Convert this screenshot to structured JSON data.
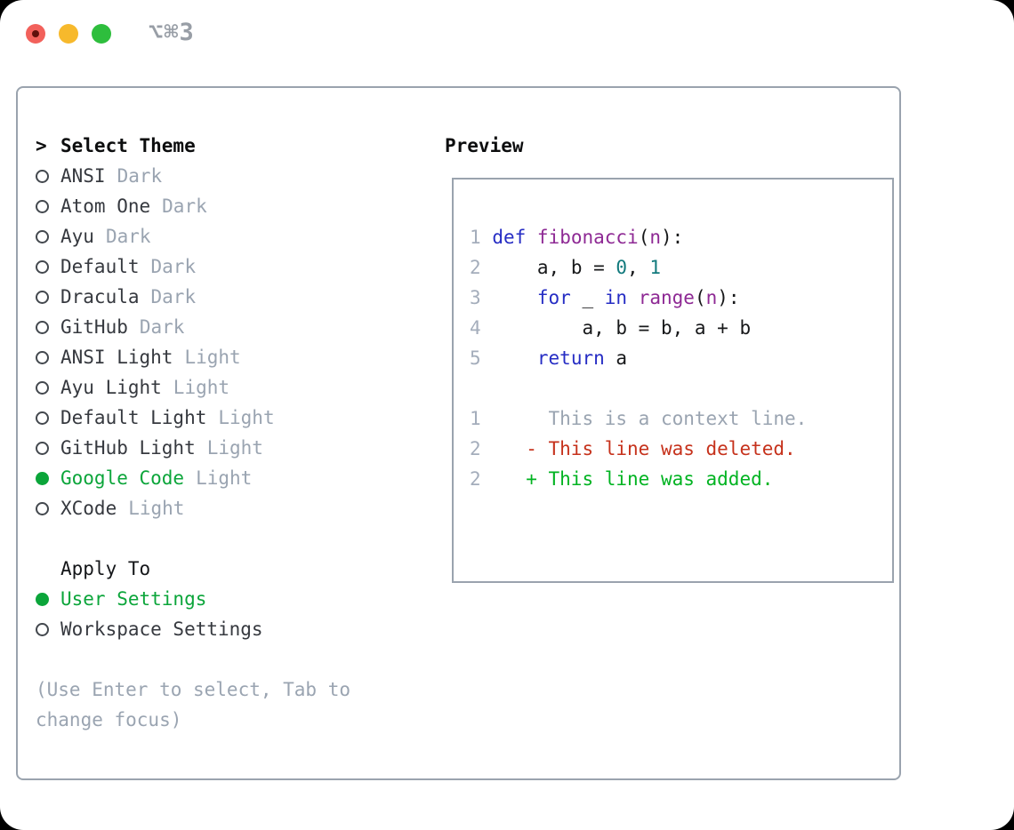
{
  "window": {
    "title": "⌥⌘3",
    "traffic_lights": [
      "close",
      "minimize",
      "zoom"
    ]
  },
  "colors": {
    "accent_green": "#0ba53a",
    "diff_added_green": "#00b321",
    "diff_deleted_red": "#c6321c",
    "muted_gray": "#9aa4b1",
    "border_gray": "#9aa3ae",
    "keyword_blue": "#262dc4",
    "function_purple": "#8e2994",
    "number_teal": "#127a7d"
  },
  "theme_panel": {
    "header_prefix": ">",
    "header": "Select Theme",
    "items": [
      {
        "name": "ANSI",
        "variant": "Dark",
        "selected": false
      },
      {
        "name": "Atom One",
        "variant": "Dark",
        "selected": false
      },
      {
        "name": "Ayu",
        "variant": "Dark",
        "selected": false
      },
      {
        "name": "Default",
        "variant": "Dark",
        "selected": false
      },
      {
        "name": "Dracula",
        "variant": "Dark",
        "selected": false
      },
      {
        "name": "GitHub",
        "variant": "Dark",
        "selected": false
      },
      {
        "name": "ANSI Light",
        "variant": "Light",
        "selected": false
      },
      {
        "name": "Ayu Light",
        "variant": "Light",
        "selected": false
      },
      {
        "name": "Default Light",
        "variant": "Light",
        "selected": false
      },
      {
        "name": "GitHub Light",
        "variant": "Light",
        "selected": false
      },
      {
        "name": "Google Code",
        "variant": "Light",
        "selected": true
      },
      {
        "name": "XCode",
        "variant": "Light",
        "selected": false
      }
    ],
    "apply_header": "Apply To",
    "apply_options": [
      {
        "label": "User Settings",
        "selected": true
      },
      {
        "label": "Workspace Settings",
        "selected": false
      }
    ],
    "hint": "(Use Enter to select, Tab to change focus)"
  },
  "preview": {
    "header": "Preview",
    "code_lines": [
      {
        "num": "1",
        "tokens": [
          {
            "t": "def",
            "c": "kw"
          },
          {
            "t": " "
          },
          {
            "t": "fibonacci",
            "c": "fn"
          },
          {
            "t": "("
          },
          {
            "t": "n",
            "c": "fn"
          },
          {
            "t": "):"
          }
        ]
      },
      {
        "num": "2",
        "tokens": [
          {
            "t": "    a, b = "
          },
          {
            "t": "0",
            "c": "num"
          },
          {
            "t": ", "
          },
          {
            "t": "1",
            "c": "num"
          }
        ]
      },
      {
        "num": "3",
        "tokens": [
          {
            "t": "    "
          },
          {
            "t": "for",
            "c": "kw"
          },
          {
            "t": " _ "
          },
          {
            "t": "in",
            "c": "kw"
          },
          {
            "t": " "
          },
          {
            "t": "range",
            "c": "fn"
          },
          {
            "t": "("
          },
          {
            "t": "n",
            "c": "fn"
          },
          {
            "t": "):"
          }
        ]
      },
      {
        "num": "4",
        "tokens": [
          {
            "t": "        a, b = b, a + b"
          }
        ]
      },
      {
        "num": "5",
        "tokens": [
          {
            "t": "    "
          },
          {
            "t": "return",
            "c": "kw"
          },
          {
            "t": " a"
          }
        ]
      }
    ],
    "diff_lines": [
      {
        "num": "1",
        "gap": "      ",
        "marker": "",
        "text": "This is a context line.",
        "kind": "context"
      },
      {
        "num": "2",
        "gap": "    ",
        "marker": "- ",
        "text": "This line was deleted.",
        "kind": "deleted"
      },
      {
        "num": "2",
        "gap": "    ",
        "marker": "+ ",
        "text": "This line was added.",
        "kind": "added"
      }
    ]
  }
}
